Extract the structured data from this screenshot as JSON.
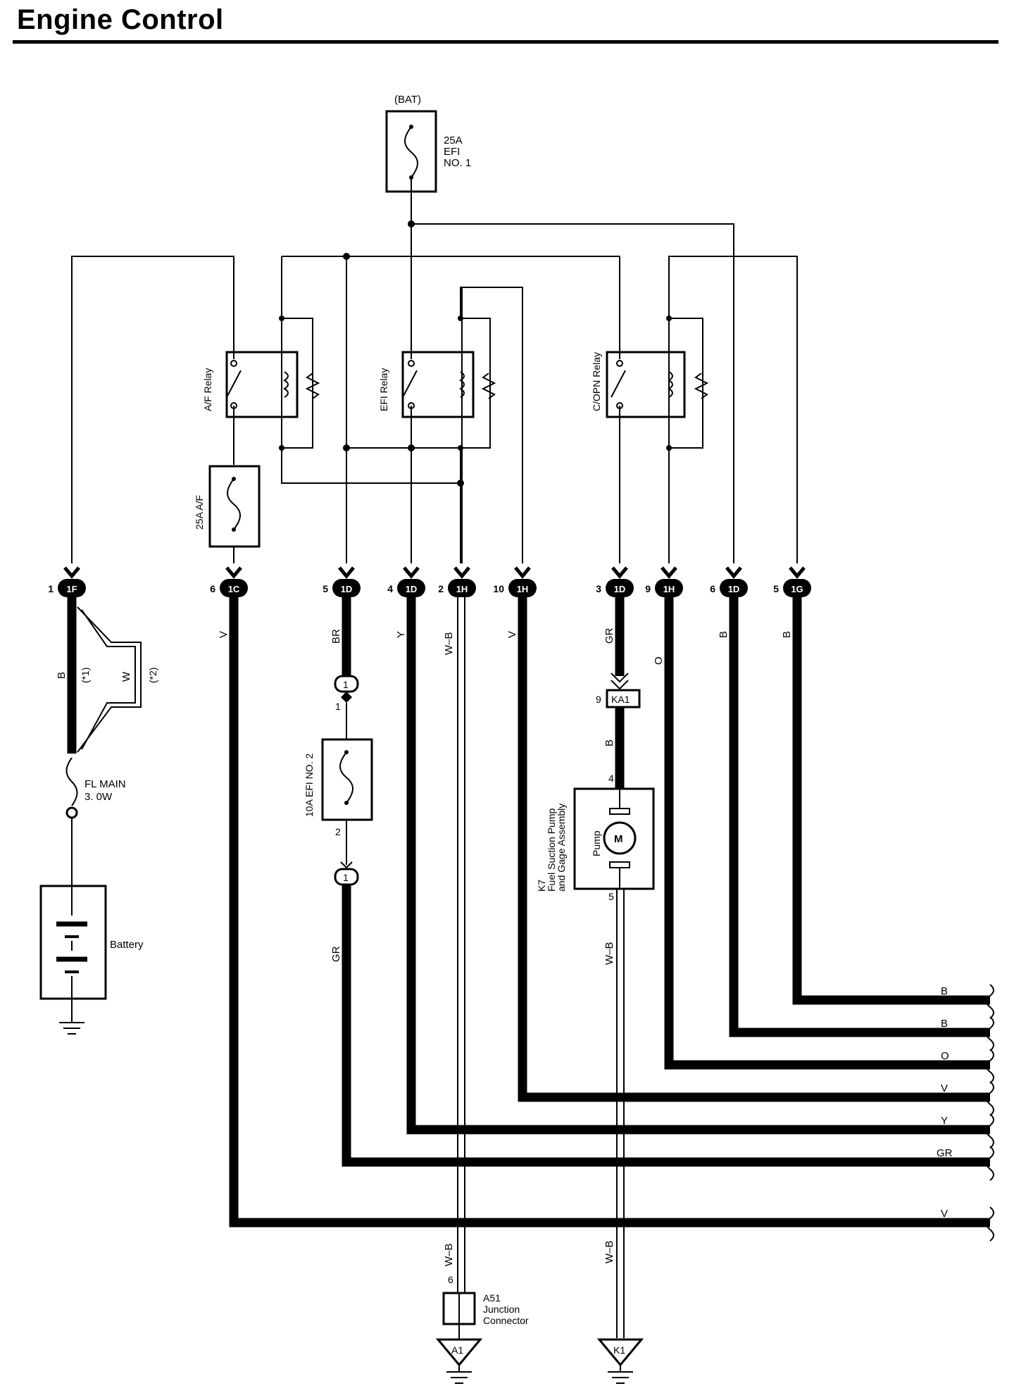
{
  "title": "Engine Control",
  "labels": {
    "bat": "(BAT)",
    "efi1_amp": "25A",
    "efi1_name": "EFI",
    "efi1_no": "NO. 1",
    "af_relay": "A/F Relay",
    "efi_relay": "EFI Relay",
    "copn_relay": "C/OPN Relay",
    "af_fuse": "25A A/F",
    "efi2_fuse": "10A EFI NO. 2",
    "fl_main1": "FL MAIN",
    "fl_main2": "3. 0W",
    "battery": "Battery",
    "pump": "Pump",
    "motor": "M",
    "k7_1": "K7",
    "k7_2": "Fuel Suction Pump",
    "k7_3": "and Gage Assembly",
    "ka1": "KA1",
    "a51_1": "A51",
    "a51_2": "Junction",
    "a51_3": "Connector",
    "gnd_a1": "A1",
    "gnd_k1": "K1",
    "note1": "(*1)",
    "note2": "(*2)"
  },
  "connectors": [
    {
      "pin": "1",
      "code": "1F"
    },
    {
      "pin": "6",
      "code": "1C"
    },
    {
      "pin": "5",
      "code": "1D"
    },
    {
      "pin": "4",
      "code": "1D"
    },
    {
      "pin": "2",
      "code": "1H"
    },
    {
      "pin": "10",
      "code": "1H"
    },
    {
      "pin": "3",
      "code": "1D"
    },
    {
      "pin": "9",
      "code": "1H"
    },
    {
      "pin": "6",
      "code": "1D"
    },
    {
      "pin": "5",
      "code": "1G"
    }
  ],
  "pins": {
    "j1_top": "1",
    "j2_top": "1",
    "fuse2_in": "1",
    "fuse2_out": "2",
    "ka1_pin": "9",
    "pump_in": "4",
    "pump_out": "5",
    "a51_pin": "6"
  },
  "wire_colors": {
    "c1": "B",
    "c1w": "W",
    "c2": "V",
    "c3": "BR",
    "c4": "Y",
    "c5": "W–B",
    "c6": "V",
    "c7": "GR",
    "c8": "O",
    "c9": "B",
    "c10": "B",
    "gr_mid": "GR",
    "ka1_b": "B",
    "pump_wb": "W–B",
    "a51_wb": "W–B",
    "k1_wb": "W–B",
    "r_b1": "B",
    "r_b2": "B",
    "r_o": "O",
    "r_v1": "V",
    "r_y": "Y",
    "r_gr": "GR",
    "r_v2": "V"
  }
}
